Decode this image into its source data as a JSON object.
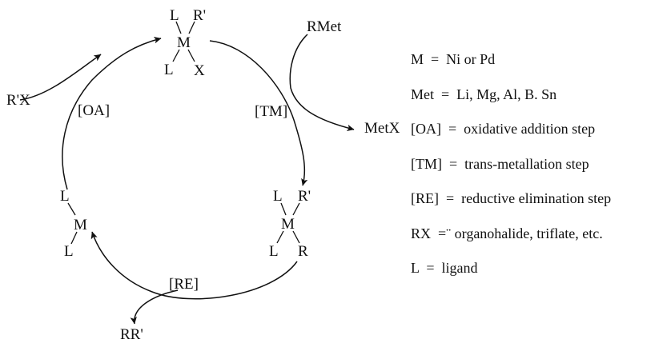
{
  "complexes": {
    "top": {
      "metal": "M",
      "ligand_upper_left": "L",
      "ligand_upper_right": "R'",
      "ligand_lower_left": "L",
      "ligand_lower_right": "X"
    },
    "right": {
      "metal": "M",
      "ligand_upper_left": "L",
      "ligand_upper_right": "R'",
      "ligand_lower_left": "L",
      "ligand_lower_right": "R"
    },
    "left": {
      "metal": "M",
      "ligand_upper": "L",
      "ligand_lower": "L"
    }
  },
  "reagents": {
    "r_prime_x": "R'X",
    "rmet": "RMet",
    "metx": "MetX",
    "rr_prime": "RR'"
  },
  "steps": {
    "oa": "[OA]",
    "tm": "[TM]",
    "re": "[RE]"
  },
  "legend": [
    "M  =  Ni or Pd",
    "Met  =  Li, Mg, Al, B. Sn",
    "[OA]  =  oxidative addition step",
    "[TM]  =  trans-metallation step",
    "[RE]  =  reductive elimination step",
    "RX  =¨ organohalide, triflate, etc.",
    "L  =  ligand"
  ],
  "colors": {
    "ink": "#111111",
    "background": "#ffffff"
  }
}
